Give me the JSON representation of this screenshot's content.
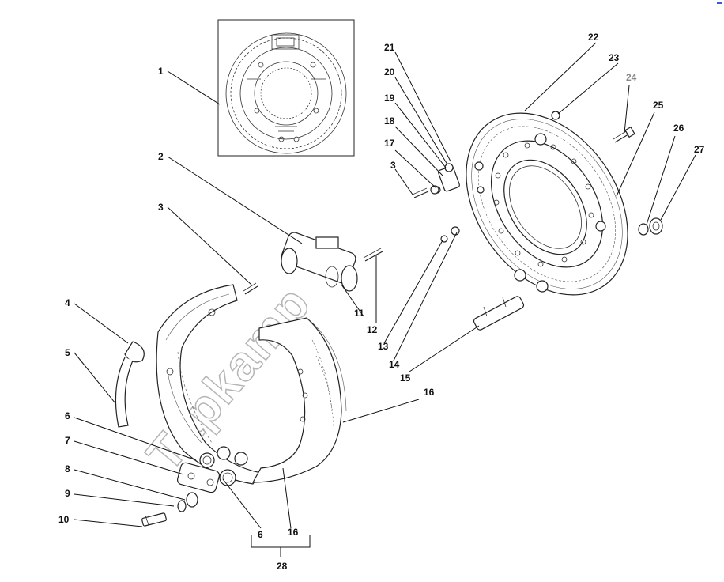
{
  "watermark": "Tapkamp",
  "labels": {
    "l1": "1",
    "l2": "2",
    "l3a": "3",
    "l3b": "3",
    "l4": "4",
    "l5": "5",
    "l6a": "6",
    "l6b": "6",
    "l7": "7",
    "l8": "8",
    "l9": "9",
    "l10": "10",
    "l11": "11",
    "l12": "12",
    "l13": "13",
    "l14": "14",
    "l15": "15",
    "l16a": "16",
    "l16b": "16",
    "l17": "17",
    "l18": "18",
    "l19": "19",
    "l20": "20",
    "l21": "21",
    "l22": "22",
    "l23": "23",
    "l24": "24",
    "l25": "25",
    "l26": "26",
    "l27": "27",
    "l28": "28"
  },
  "colors": {
    "line": "#111111",
    "label_muted": "#888888",
    "watermark": "#b5b5b5"
  }
}
